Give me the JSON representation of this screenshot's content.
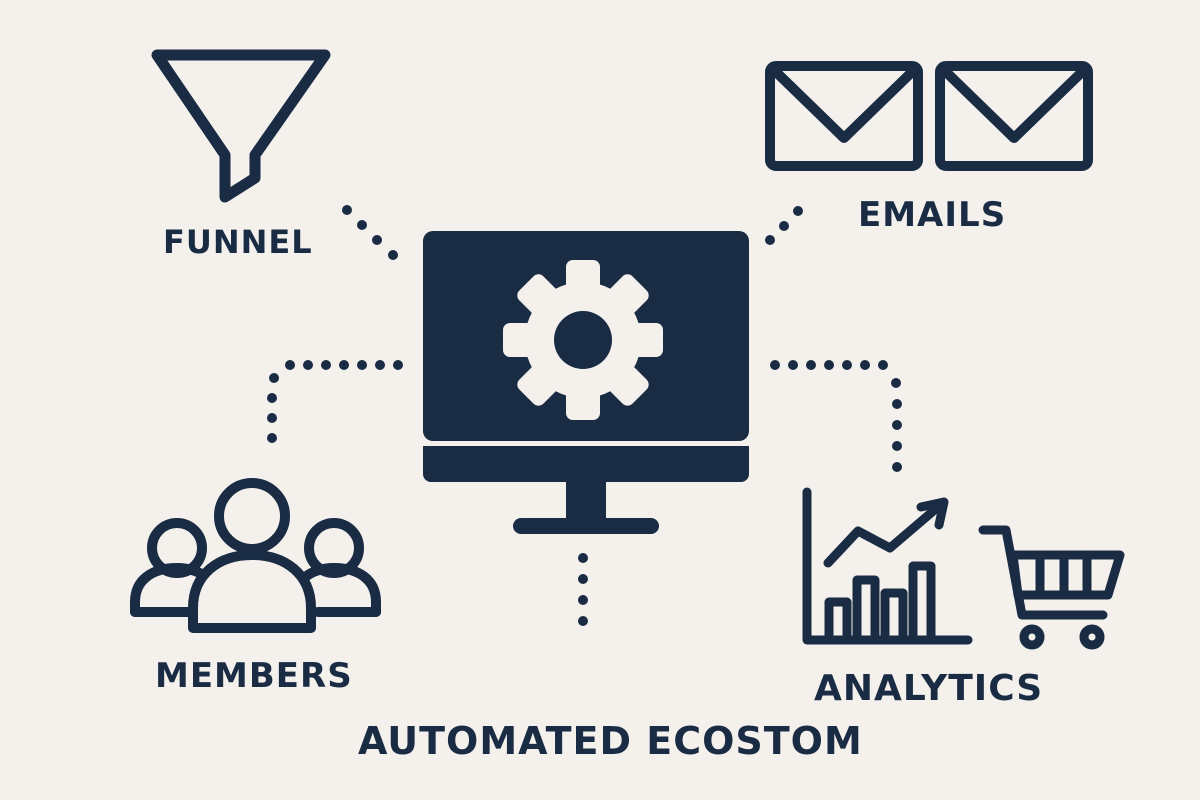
{
  "colors": {
    "background": "#f4f1ed",
    "ink": "#1a2b44"
  },
  "nodes": {
    "funnel": {
      "label": "FUNNEL",
      "icon": "funnel-icon"
    },
    "emails": {
      "label": "EMAILS",
      "icon": "envelope-icon"
    },
    "members": {
      "label": "MEMBERS",
      "icon": "people-icon"
    },
    "analytics": {
      "label": "ANALYTICS",
      "icon": "bar-chart-trend-icon"
    },
    "center": {
      "icon": "monitor-gear-icon"
    }
  },
  "extra_icons": [
    "shopping-cart-icon"
  ],
  "title": "AUTOMATED ECOSTOM"
}
